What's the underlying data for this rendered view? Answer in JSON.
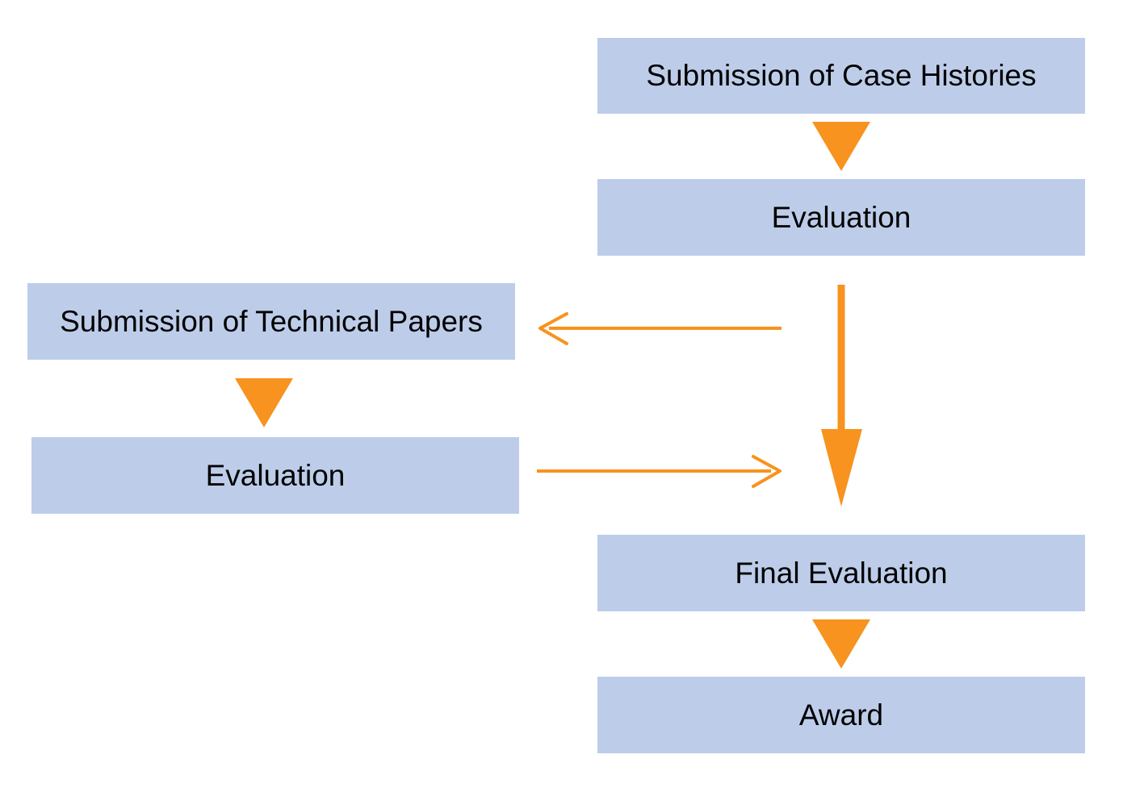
{
  "colors": {
    "box_fill": "#bdcde9",
    "arrow": "#f7931e",
    "text": "#000000"
  },
  "nodes": {
    "case_histories": {
      "label": "Submission of Case Histories"
    },
    "evaluation_case": {
      "label": "Evaluation"
    },
    "technical_papers": {
      "label": "Submission of Technical Papers"
    },
    "evaluation_papers": {
      "label": "Evaluation"
    },
    "final_evaluation": {
      "label": "Final Evaluation"
    },
    "award": {
      "label": "Award"
    }
  },
  "edges": [
    {
      "from": "case_histories",
      "to": "evaluation_case",
      "style": "triangle"
    },
    {
      "from": "evaluation_case",
      "to": "technical_papers",
      "style": "thin-arrow"
    },
    {
      "from": "evaluation_case",
      "to": "final_evaluation",
      "style": "thick-arrow"
    },
    {
      "from": "technical_papers",
      "to": "evaluation_papers",
      "style": "triangle"
    },
    {
      "from": "evaluation_papers",
      "to": "final_evaluation",
      "style": "thin-arrow"
    },
    {
      "from": "final_evaluation",
      "to": "award",
      "style": "triangle"
    }
  ]
}
